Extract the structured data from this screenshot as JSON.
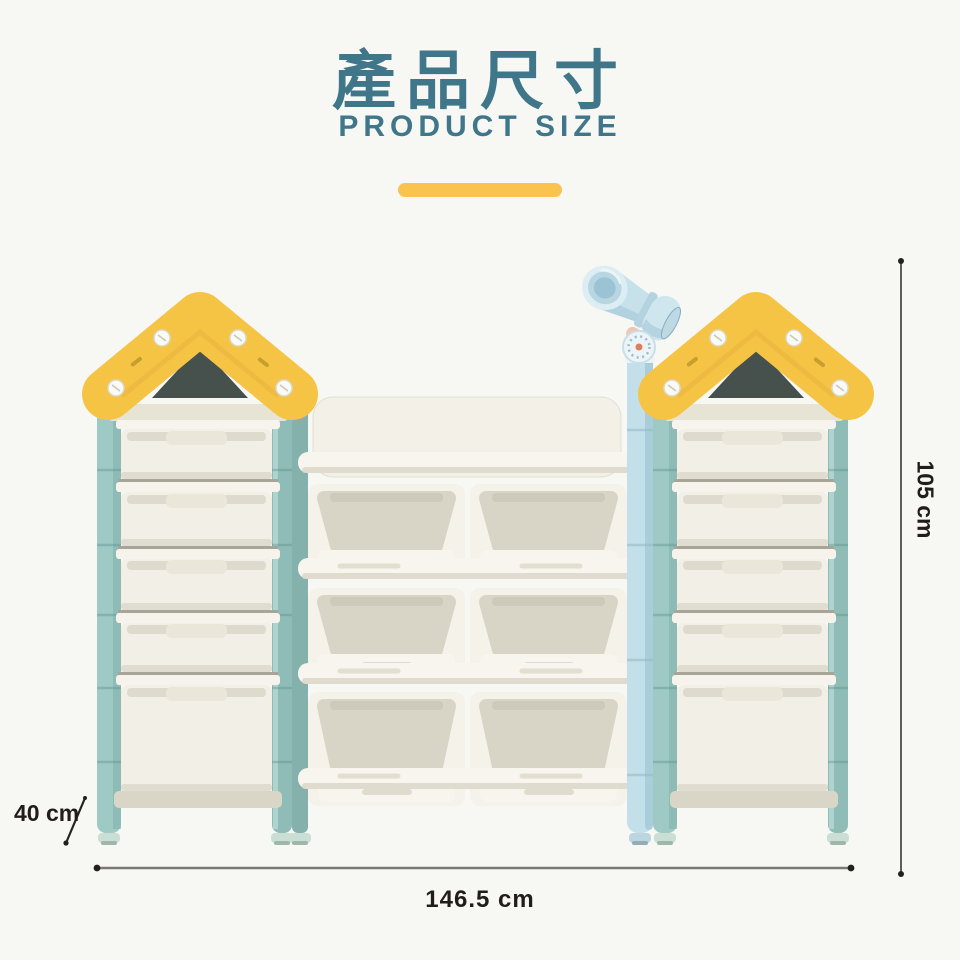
{
  "header": {
    "title": "產品尺寸",
    "subtitle": "PRODUCT SIZE"
  },
  "dimensions": {
    "height": "105 cm",
    "width": "146.5 cm",
    "depth": "40 cm"
  },
  "colors": {
    "title_teal": "#3F7689",
    "divider_yellow": "#F9C34D",
    "roof_yellow": "#F5C445",
    "frame_teal": "#9FC9C5",
    "telescope_blue": "#C3DFE9",
    "bin_white": "#F2F0E7",
    "bin_interior": "#D8D5C7",
    "shelf_beige": "#D9D5C7",
    "dimension_line_dark": "#2B2926",
    "dimension_line_gray": "#7B7977",
    "background": "#F7F7F4"
  }
}
